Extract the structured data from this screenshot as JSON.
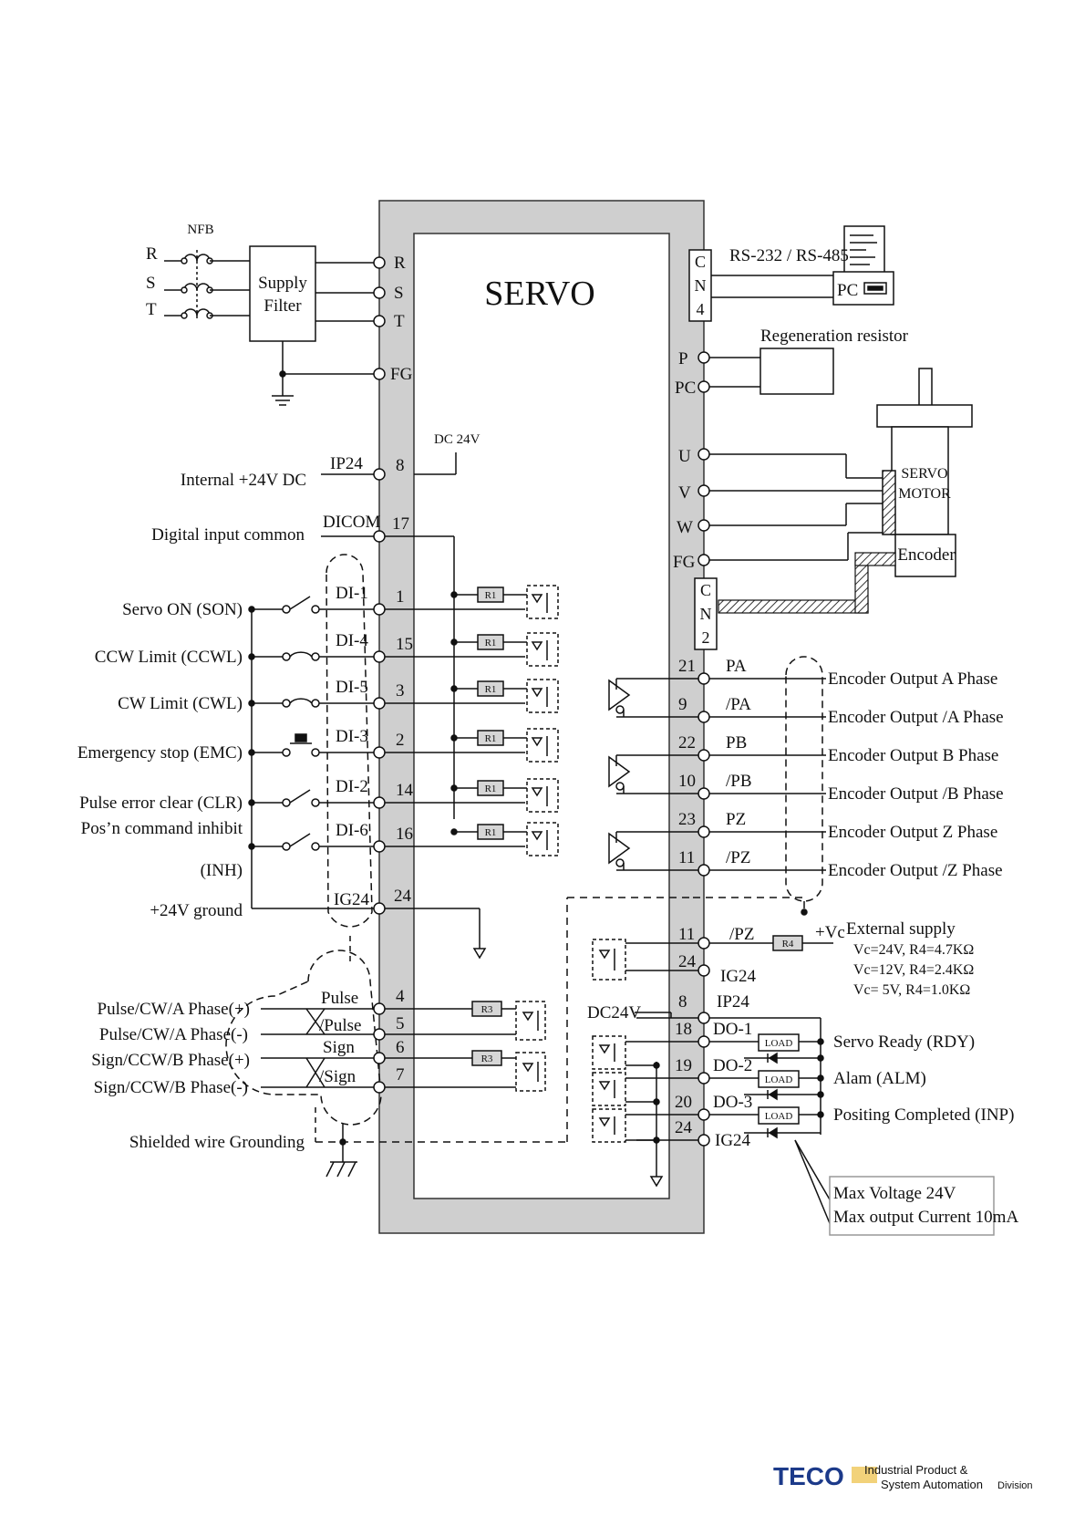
{
  "nfb_label": "NFB",
  "power": {
    "phases": [
      "R",
      "S",
      "T"
    ],
    "filter_line1": "Supply",
    "filter_line2": "Filter"
  },
  "servo": {
    "title": "SERVO",
    "power_terminals": [
      "R",
      "S",
      "T",
      "FG"
    ],
    "dc24v_label": "DC 24V"
  },
  "cn4": {
    "letters": [
      "C",
      "N",
      "4"
    ],
    "link_label": "RS-232 / RS-485",
    "pc_label": "PC"
  },
  "regen": {
    "label": "Regeneration resistor",
    "terminals": [
      "P",
      "PC"
    ]
  },
  "motor": {
    "terminals": [
      "U",
      "V",
      "W",
      "FG"
    ],
    "line1": "SERVO",
    "line2": "MOTOR",
    "encoder": "Encoder"
  },
  "cn2": {
    "letters": [
      "C",
      "N",
      "2"
    ]
  },
  "power_inputs": [
    {
      "desc": "Internal +24V DC",
      "signal": "IP24",
      "pin": "8"
    },
    {
      "desc": "Digital input common",
      "signal": "DICOM",
      "pin": "17"
    }
  ],
  "digital_inputs": [
    {
      "desc": "Servo ON (SON)",
      "signal": "DI-1",
      "pin": "1"
    },
    {
      "desc": "CCW Limit (CCWL)",
      "signal": "DI-4",
      "pin": "15"
    },
    {
      "desc": "CW Limit (CWL)",
      "signal": "DI-5",
      "pin": "3"
    },
    {
      "desc": "Emergency stop (EMC)",
      "signal": "DI-3",
      "pin": "2"
    },
    {
      "desc": "Pulse error clear (CLR)",
      "signal": "DI-2",
      "pin": "14"
    },
    {
      "desc": "Pos’n command inhibit",
      "desc2": "(INH)",
      "signal": "DI-6",
      "pin": "16"
    }
  ],
  "ground_input": {
    "desc": "+24V ground",
    "signal": "IG24",
    "pin": "24"
  },
  "r1_label": "R1",
  "pulse_inputs": [
    {
      "desc": "Pulse/CW/A Phase(+)",
      "signal": "Pulse",
      "pin": "4"
    },
    {
      "desc": "Pulse/CW/A Phase(-)",
      "signal": "/Pulse",
      "pin": "5"
    },
    {
      "desc": "Sign/CCW/B Phase(+)",
      "signal": "Sign",
      "pin": "6"
    },
    {
      "desc": "Sign/CCW/B Phase(-)",
      "signal": "/Sign",
      "pin": "7"
    }
  ],
  "r3_label": "R3",
  "shield_label": "Shielded wire Grounding",
  "encoder_outputs": [
    {
      "pin": "21",
      "signal": "PA",
      "desc": "Encoder Output A Phase"
    },
    {
      "pin": "9",
      "signal": "/PA",
      "desc": "Encoder Output /A Phase"
    },
    {
      "pin": "22",
      "signal": "PB",
      "desc": "Encoder Output B Phase"
    },
    {
      "pin": "10",
      "signal": "/PB",
      "desc": "Encoder Output /B Phase"
    },
    {
      "pin": "23",
      "signal": "PZ",
      "desc": "Encoder Output Z Phase"
    },
    {
      "pin": "11",
      "signal": "/PZ",
      "desc": "Encoder Output  /Z Phase"
    }
  ],
  "open_collector": {
    "pins": [
      {
        "pin": "11",
        "signal": "/PZ"
      },
      {
        "pin": "24",
        "signal": "IG24"
      }
    ],
    "r4_label": "R4",
    "vc_label": "+Vc",
    "title": "External supply",
    "notes": [
      "Vc=24V, R4=4.7KΩ",
      "Vc=12V, R4=2.4KΩ",
      "Vc= 5V, R4=1.0KΩ"
    ]
  },
  "dc24v_out_label": "DC24V",
  "digital_outputs": [
    {
      "pin": "8",
      "signal": "IP24"
    },
    {
      "pin": "18",
      "signal": "DO-1",
      "desc": "Servo Ready (RDY)"
    },
    {
      "pin": "19",
      "signal": "DO-2",
      "desc": "Alam (ALM)"
    },
    {
      "pin": "20",
      "signal": "DO-3",
      "desc": "Positing Completed (INP)"
    },
    {
      "pin": "24",
      "signal": "IG24"
    }
  ],
  "load_label": "LOAD",
  "max_note": [
    "Max Voltage 24V",
    "Max output Current 10mA"
  ],
  "logo": {
    "brand": "TECO",
    "line1": "Industrial Product &",
    "line2a": "System Automation",
    "line2b": "Division"
  }
}
